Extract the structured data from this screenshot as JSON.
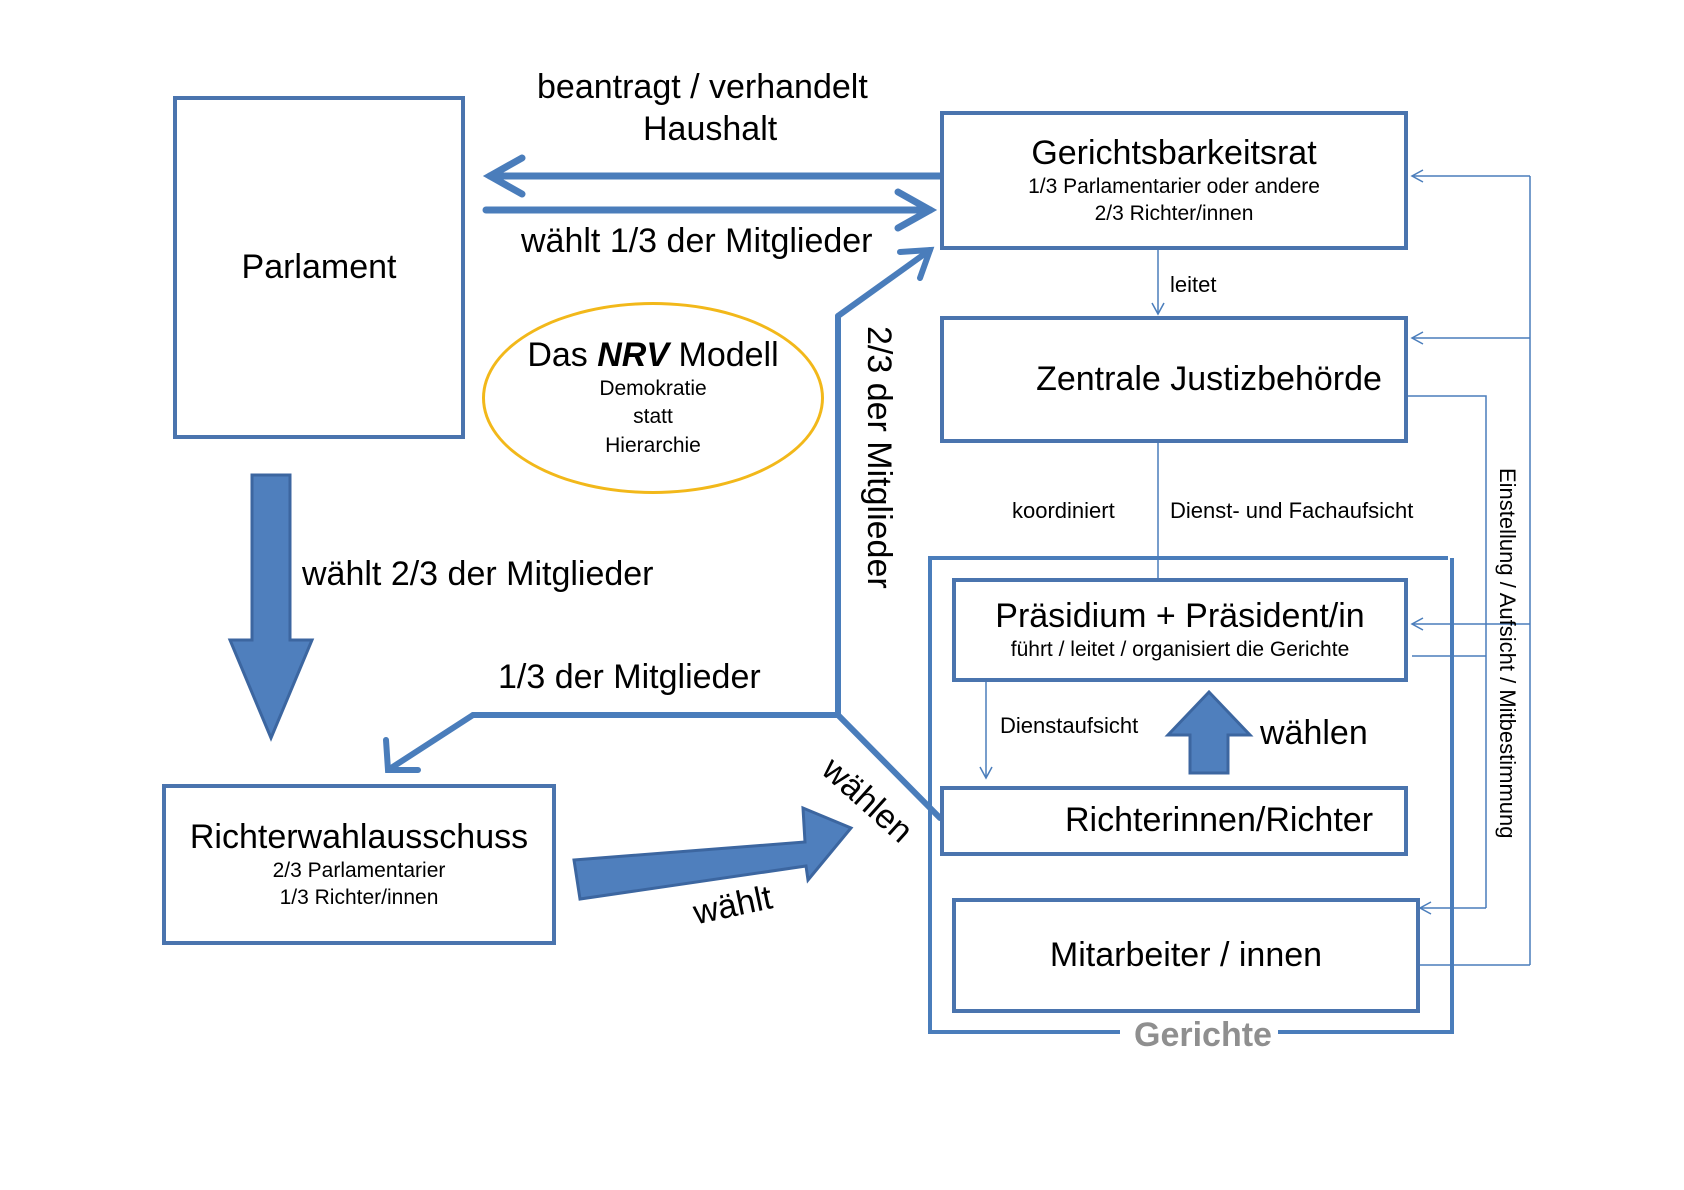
{
  "boxes": {
    "parlament": {
      "title": "Parlament"
    },
    "gerichtsbarkeitsrat": {
      "title": "Gerichtsbarkeitsrat",
      "line1": "1/3 Parlamentarier oder andere",
      "line2": "2/3 Richter/innen"
    },
    "zentrale": {
      "title": "Zentrale Justizbehörde"
    },
    "praesidium": {
      "title": "Präsidium + Präsident/in",
      "line1": "führt / leitet / organisiert die Gerichte"
    },
    "richter": {
      "title": "Richterinnen/Richter"
    },
    "mitarbeiter": {
      "title": "Mitarbeiter / innen"
    },
    "richterwahl": {
      "title": "Richterwahlausschuss",
      "line1": "2/3 Parlamentarier",
      "line2": "1/3 Richter/innen"
    }
  },
  "model": {
    "das": "Das",
    "nrv": "NRV",
    "modell": "Modell",
    "line1": "Demokratie",
    "line2": "statt",
    "line3": "Hierarchie"
  },
  "labels": {
    "beantragt": "beantragt / verhandelt",
    "haushalt": "Haushalt",
    "waehlt13": "wählt 1/3 der Mitglieder",
    "waehlt23": "wählt 2/3 der Mitglieder",
    "mitglieder13": "1/3 der Mitglieder",
    "mitglieder23": "2/3 der Mitglieder",
    "waehlen_diag": "wählen",
    "waehlt_arrow": "wählt",
    "leitet": "leitet",
    "koordiniert": "koordiniert",
    "dienst_fach": "Dienst- und Fachaufsicht",
    "dienstaufsicht": "Dienstaufsicht",
    "waehlen_up": "wählen",
    "einstellung": "Einstellung / Aufsicht / Mitbestimmung",
    "gerichte": "Gerichte"
  },
  "colors": {
    "arrow": "#4a7dbb",
    "border": "#4a74ae",
    "oval": "#f2b81a",
    "gerichte": "#8f8f8f"
  }
}
